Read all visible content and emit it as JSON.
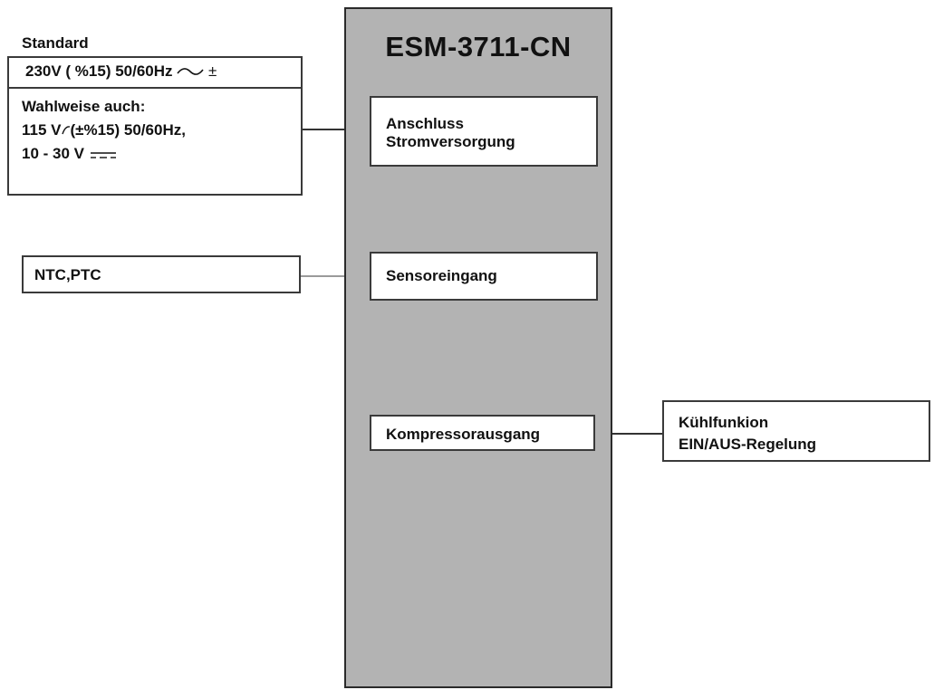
{
  "module": {
    "title": "ESM-3711-CN",
    "blocks": {
      "power": [
        "Anschluss",
        "Stromversorgung"
      ],
      "sensor": "Sensoreingang",
      "compressor": "Kompressorausgang"
    }
  },
  "power_supply": {
    "heading": "Standard",
    "standard_voltage": "230V  ( %15) 50/60Hz",
    "plus_minus": "±",
    "optional_heading": "Wahlweise auch:",
    "optional_ac_prefix": "115 V",
    "optional_ac_suffix": "(±%15)  50/60Hz,",
    "optional_dc": "10 - 30 V"
  },
  "sensor_types": "NTC,PTC",
  "output_function": [
    "Kühlfunkion",
    "EIN/AUS-Regelung"
  ],
  "colors": {
    "module_fill": "#b3b3b3",
    "box_fill": "#ffffff",
    "line": "#333333",
    "sensor_line": "#9a9a9a"
  }
}
